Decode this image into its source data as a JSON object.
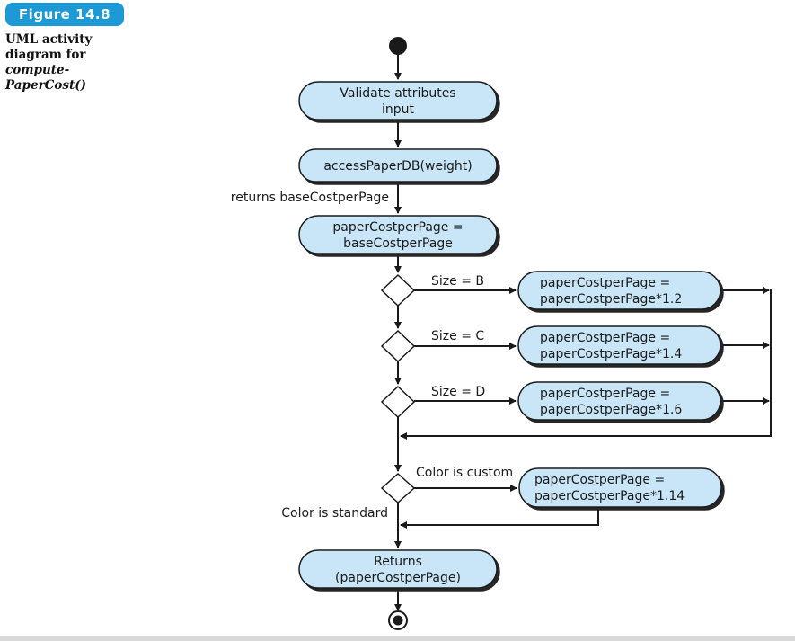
{
  "figure": {
    "badge": "Figure 14.8",
    "caption": {
      "line1": "UML activity",
      "line2": "diagram for",
      "line3": "compute-",
      "line4": "PaperCost()"
    }
  },
  "colors": {
    "badge": "#1d9ad6",
    "node_fill": "#c8e6f7",
    "stroke": "#1a1a1a"
  },
  "nodes": {
    "validate": {
      "line1": "Validate attributes",
      "line2": "input"
    },
    "access": {
      "line1": "accessPaperDB(weight)"
    },
    "assign_base": {
      "line1": "paperCostperPage =",
      "line2": "baseCostperPage"
    },
    "size_b_action": {
      "line1": "paperCostperPage =",
      "line2": "paperCostperPage*1.2"
    },
    "size_c_action": {
      "line1": "paperCostperPage =",
      "line2": "paperCostperPage*1.4"
    },
    "size_d_action": {
      "line1": "paperCostperPage =",
      "line2": "paperCostperPage*1.6"
    },
    "color_action": {
      "line1": "paperCostperPage =",
      "line2": "paperCostperPage*1.14"
    },
    "returns": {
      "line1": "Returns",
      "line2": "(paperCostperPage)"
    }
  },
  "labels": {
    "returns_base": "returns baseCostperPage",
    "size_b": "Size = B",
    "size_c": "Size = C",
    "size_d": "Size = D",
    "color_custom": "Color is custom",
    "color_standard": "Color is standard"
  }
}
